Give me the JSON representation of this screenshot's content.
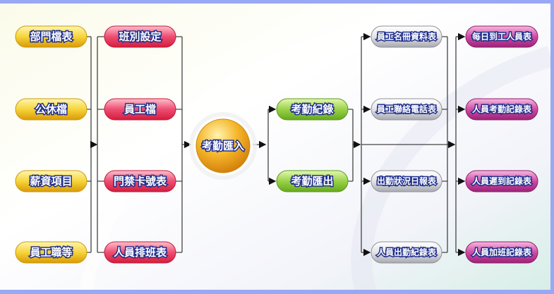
{
  "colors": {
    "border": "#98a8f4",
    "yellow": "#f3c21a",
    "red": "#e8345a",
    "green": "#8cc63f",
    "gray": "#d8d8dc",
    "purple": "#c03a94",
    "orange": "#f2a81d",
    "text_outline": "#1f2f8c"
  },
  "columns": {
    "basic": [
      "部門檔表",
      "公休檔",
      "薪資項目",
      "員工職等"
    ],
    "setup": [
      "班別設定",
      "員工檔",
      "門禁卡號表",
      "人員排班表"
    ],
    "center": "考勤匯入",
    "process": [
      "考勤紀錄",
      "考勤匯出"
    ],
    "reports_a": [
      "員工名冊資料表",
      "員工聯絡電話表",
      "出勤狀況日報表",
      "人員出勤紀錄表"
    ],
    "reports_b": [
      "每日到工人員表",
      "人員考勤記錄表",
      "人員遲到記錄表",
      "人員加班記錄表"
    ]
  }
}
